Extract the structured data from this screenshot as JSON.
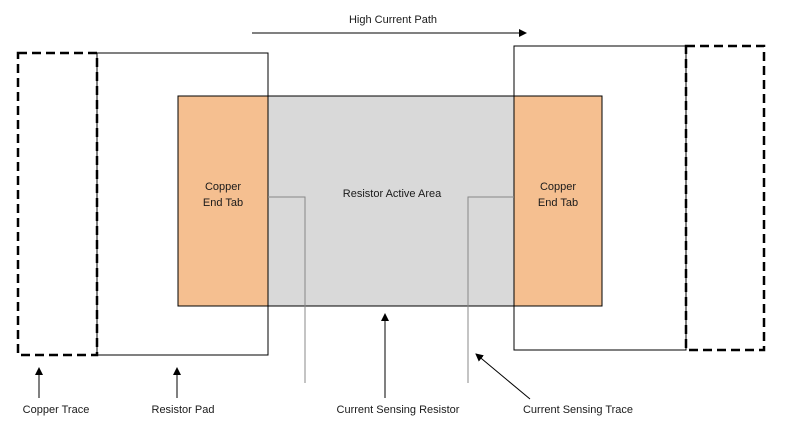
{
  "diagram": {
    "flow_label": "High Current Path",
    "tab_left": {
      "line1": "Copper",
      "line2": "End Tab"
    },
    "tab_right": {
      "line1": "Copper",
      "line2": "End Tab"
    },
    "active_area_label": "Resistor Active Area",
    "callouts": {
      "copper_trace": "Copper Trace",
      "resistor_pad": "Resistor Pad",
      "sensing_resistor": "Current Sensing Resistor",
      "sensing_trace": "Current Sensing Trace"
    },
    "colors": {
      "copper_tab": "#f5bf90",
      "active_area": "#d9d9d9",
      "outline": "#000000",
      "sense_line": "#888888"
    }
  }
}
